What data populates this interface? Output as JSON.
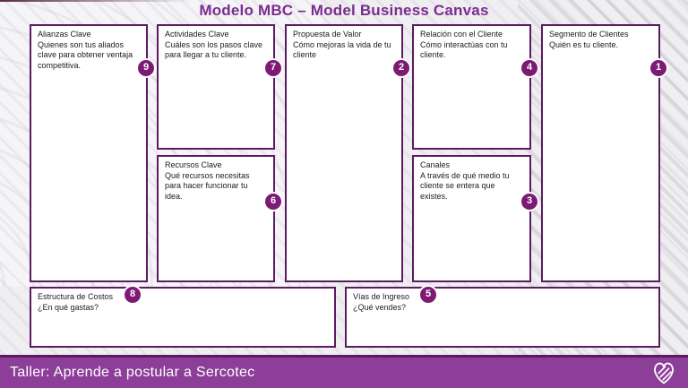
{
  "title": "Modelo MBC – Model Business Canvas",
  "colors": {
    "title_purple": "#7b2c90",
    "box_border_purple": "#5c1a62",
    "badge_purple": "#7d1b74",
    "footer_purple": "#8c3e98",
    "background_gray": "#efeef0"
  },
  "boxes": {
    "alianzas": {
      "title": "Alianzas Clave",
      "desc": "Quienes son tus aliados clave para obtener ventaja competitiva.",
      "number": "9"
    },
    "actividades": {
      "title": "Actividades Clave",
      "desc": "Cuáles son los pasos clave para llegar a tu cliente.",
      "number": "7"
    },
    "recursos": {
      "title": "Recursos Clave",
      "desc": "Qué recursos necesitas para hacer funcionar tu idea.",
      "number": "6"
    },
    "propuesta": {
      "title": "Propuesta de Valor",
      "desc": "Cómo mejoras la vida de tu cliente",
      "number": "2"
    },
    "relacion": {
      "title": "Relación con el Cliente",
      "desc": "Cómo interactúas con tu cliente.",
      "number": "4"
    },
    "canales": {
      "title": "Canales",
      "desc": "A través de qué medio tu cliente se entera que existes.",
      "number": "3"
    },
    "segmento": {
      "title": "Segmento de Clientes",
      "desc": "Quién es tu cliente.",
      "number": "1"
    },
    "costos": {
      "title": "Estructura de Costos",
      "desc": "¿En qué gastas?",
      "number": "8"
    },
    "ingresos": {
      "title": "Vías de Ingreso",
      "desc": "¿Qué vendes?",
      "number": "5"
    }
  },
  "footer": {
    "text": "Taller: Aprende a postular a Sercotec",
    "logo": "sercotec-heart-logo"
  }
}
